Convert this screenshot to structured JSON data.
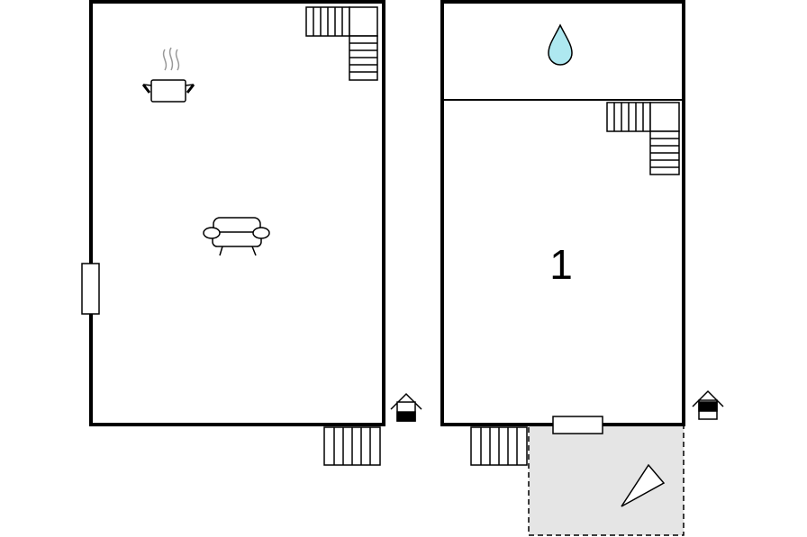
{
  "plan": {
    "floors": [
      {
        "id": "ground-floor",
        "symbols": [
          "pot-icon",
          "sofa-icon",
          "stairs-icon",
          "door-icon",
          "entrance-house-icon",
          "steps-icon"
        ]
      },
      {
        "id": "upper-floor",
        "rooms": [
          {
            "id": "bedroom",
            "label": "1"
          },
          {
            "id": "bathroom",
            "symbol": "water-drop-icon"
          }
        ],
        "symbols": [
          "stairs-icon",
          "door-icon",
          "entrance-house-icon",
          "steps-icon",
          "terrace-icon",
          "flag-icon"
        ]
      }
    ]
  },
  "colors": {
    "wall": "#000000",
    "water": "#aee8f0",
    "terrace": "#e5e5e5",
    "background": "#ffffff"
  }
}
